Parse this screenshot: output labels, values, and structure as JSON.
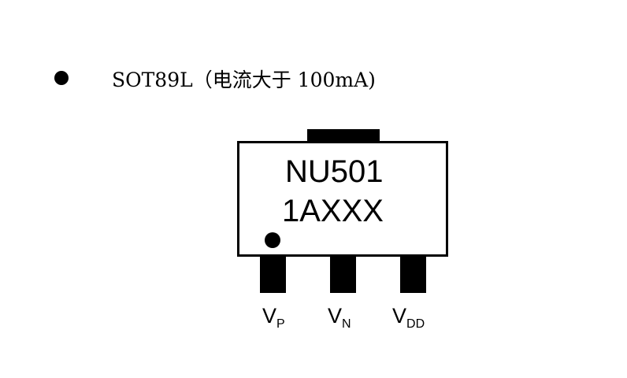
{
  "heading": {
    "text": "SOT89L（电流大于 100mA)"
  },
  "package": {
    "marking_line_1": "NU501",
    "marking_line_2": "1AXXX"
  },
  "pins": [
    {
      "main": "V",
      "sub": "P"
    },
    {
      "main": "V",
      "sub": "N"
    },
    {
      "main": "V",
      "sub": "DD"
    }
  ]
}
